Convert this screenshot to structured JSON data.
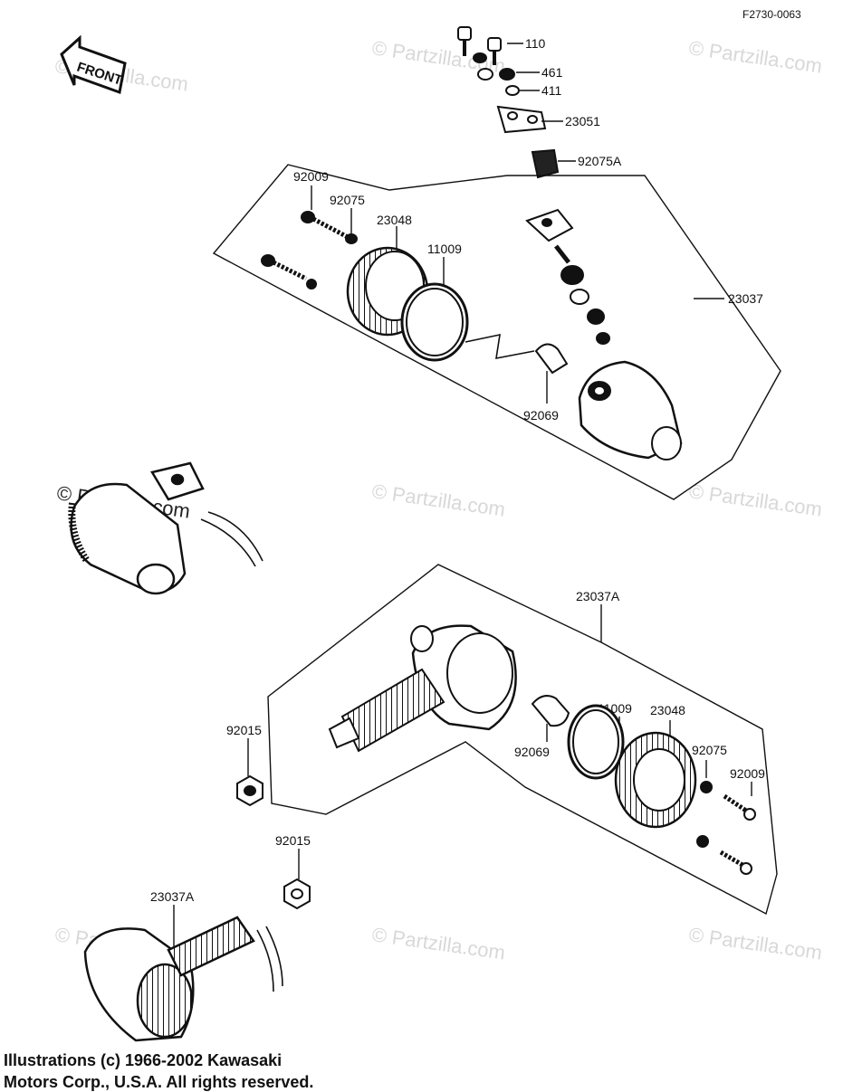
{
  "figure_code": "F2730-0063",
  "front_label": "FRONT",
  "watermark": "© Partzilla.com",
  "parts": {
    "p110": "110",
    "p461": "461",
    "p411": "411",
    "p23051": "23051",
    "p92075A": "92075A",
    "p92009_top": "92009",
    "p92075_top": "92075",
    "p23048_top": "23048",
    "p11009_top": "11009",
    "p23037": "23037",
    "p92069_top": "92069",
    "p23037A_top": "23037A",
    "p11009_bottom": "11009",
    "p23048_bottom": "23048",
    "p92075_bottom": "92075",
    "p92009_bottom": "92009",
    "p92069_bottom": "92069",
    "p92015_a": "92015",
    "p92015_b": "92015",
    "p23037A_bottom": "23037A"
  },
  "copyright": {
    "line1": "Illustrations (c) 1966-2002 Kawasaki",
    "line2": "Motors Corp., U.S.A.  All rights reserved."
  }
}
